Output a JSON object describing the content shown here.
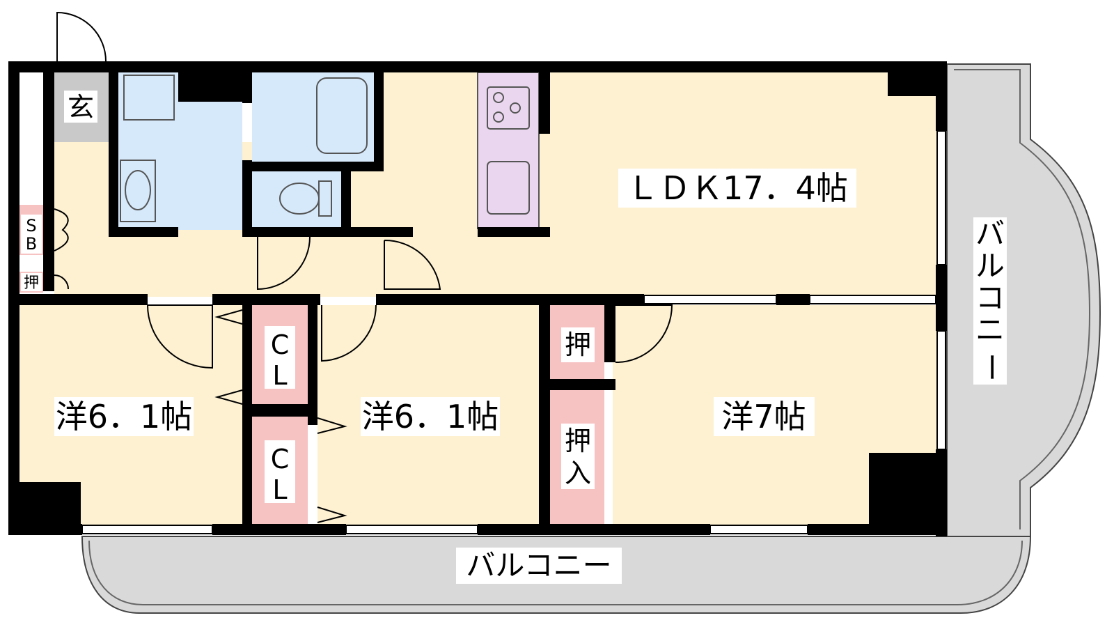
{
  "colors": {
    "wall": "#000000",
    "balcony": "#d9d9d9",
    "room_floor": "#fdf1d2",
    "wet_area": "#d6e9fb",
    "kitchen": "#ead7ef",
    "storage": "#f7c2c2",
    "entrance": "#c9c9c9",
    "fixture_stroke": "#555555"
  },
  "labels": {
    "ldk": "ＬＤＫ17．4帖",
    "western_room_left": "洋6．1帖",
    "western_room_center": "洋6．1帖",
    "western_room_right": "洋7帖",
    "entrance": "玄",
    "shoe_box": [
      "S",
      "B"
    ],
    "closet_small": "押",
    "closet_upper": "C\nL",
    "closet_lower": "C\nL",
    "closet_right_upper": "押",
    "closet_right_lower": [
      "押",
      "入"
    ],
    "balcony_bottom": "バルコニー",
    "balcony_right": [
      "バ",
      "ル",
      "コ",
      "ニ",
      "ー"
    ]
  },
  "icons": {
    "stove": "stove-icon",
    "sink": "kitchen-sink-icon",
    "bathtub": "bathtub-icon",
    "toilet": "toilet-icon",
    "washbasin": "washbasin-icon",
    "doors": "door-swing-icon"
  }
}
